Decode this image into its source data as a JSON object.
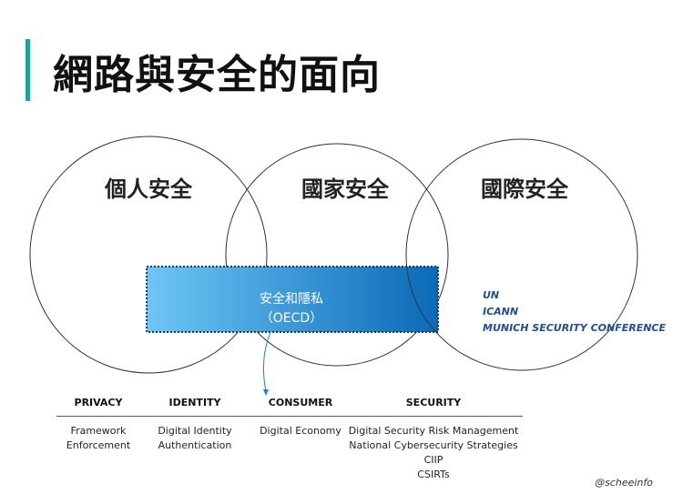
{
  "title": "網路與安全的面向",
  "circles": [
    {
      "label": "個人安全"
    },
    {
      "label": "國家安全"
    },
    {
      "label": "國際安全"
    }
  ],
  "overlap_box": {
    "line1": "安全和隱私",
    "line2": "（OECD）"
  },
  "organizations": [
    "UN",
    "ICANN",
    "MUNICH SECURITY CONFERENCE"
  ],
  "categories": [
    {
      "heading": "PRIVACY",
      "items": [
        "Framework",
        "Enforcement"
      ]
    },
    {
      "heading": "IDENTITY",
      "items": [
        "Digital Identity",
        "Authentication"
      ]
    },
    {
      "heading": "CONSUMER",
      "items": [
        "Digital Economy"
      ]
    },
    {
      "heading": "SECURITY",
      "items": [
        "Digital Security Risk Management",
        "National Cybersecurity Strategies",
        "CIIP",
        "CSIRTs"
      ]
    }
  ],
  "credit": "@scheeinfo",
  "colors": {
    "accent_bar": "#1aa596",
    "box_light": "#6ec6f5",
    "box_dark": "#0a6ab7",
    "org_text": "#1d4f91"
  }
}
